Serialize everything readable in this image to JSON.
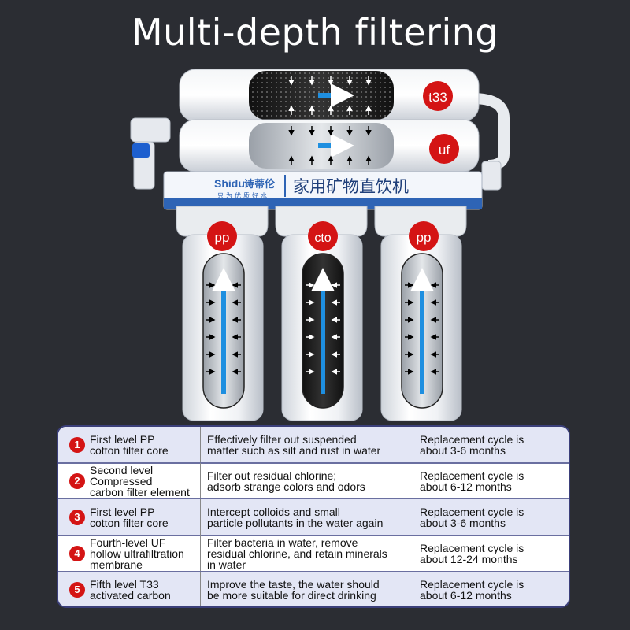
{
  "title": "Multi-depth filtering",
  "device": {
    "brand_latin": "Shidun",
    "brand_cn": "诗蒂伦",
    "slogan_cn": "只为优质好水",
    "product_cn": "家用矿物直饮机",
    "top_labels": [
      "t33",
      "uf"
    ],
    "cartridge_labels": [
      "pp",
      "cto",
      "pp"
    ]
  },
  "table": {
    "rows": [
      {
        "number": "1",
        "stage": "First level PP\ncotton filter core",
        "function": "Effectively filter out suspended\nmatter such as silt and rust in water",
        "cycle": "Replacement cycle is\nabout 3-6 months"
      },
      {
        "number": "2",
        "stage": "Second level\nCompressed\ncarbon filter element",
        "function": "Filter out residual chlorine;\nadsorb strange colors and odors",
        "cycle": "Replacement cycle is\nabout 6-12 months"
      },
      {
        "number": "3",
        "stage": "First level PP\ncotton filter core",
        "function": "Intercept colloids and small\nparticle pollutants in the water again",
        "cycle": "Replacement cycle is\nabout 3-6 months"
      },
      {
        "number": "4",
        "stage": "Fourth-level UF\nhollow ultrafiltration\nmembrane",
        "function": "Filter bacteria in water, remove\nresidual chlorine, and retain minerals\nin water",
        "cycle": "Replacement cycle is\nabout 12-24 months"
      },
      {
        "number": "5",
        "stage": "Fifth level T33\nactivated carbon",
        "function": "Improve the taste, the water should\nbe more suitable for direct drinking",
        "cycle": "Replacement cycle is\nabout 6-12 months"
      }
    ]
  },
  "colors": {
    "background": "#2b2d33",
    "badge_red": "#d41414",
    "flow_blue": "#1e8fe0",
    "panel_blue": "#2e64b5"
  }
}
